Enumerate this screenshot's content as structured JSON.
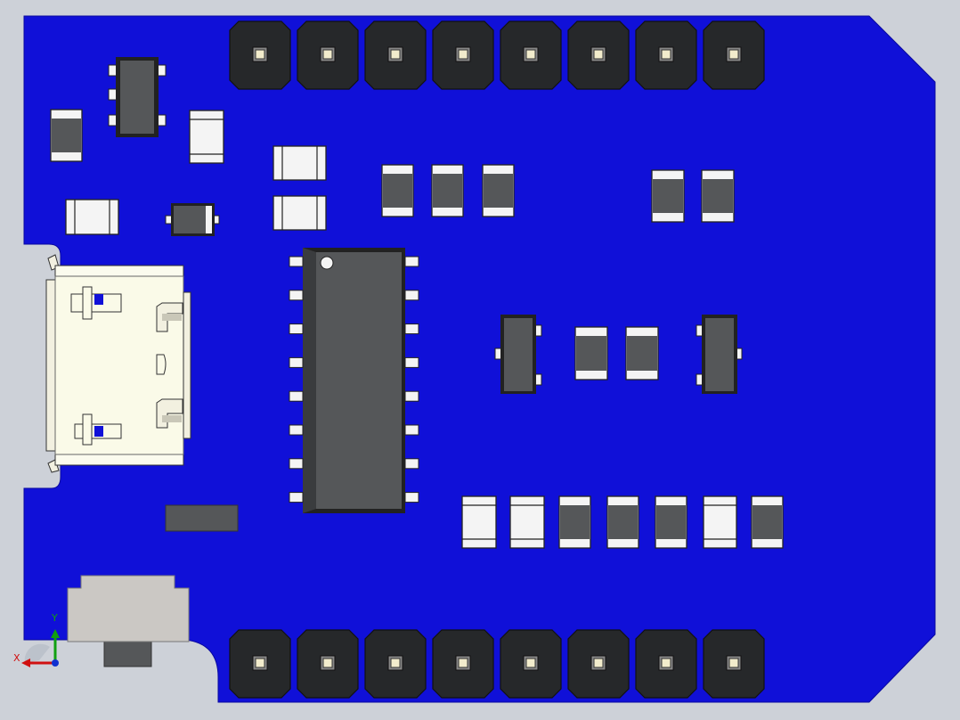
{
  "viewport": {
    "background": "#cdd1d8",
    "board_color": "#1010d8",
    "header_color": "#26282a",
    "ic_body_color": "#555759",
    "pad_color": "#f4f4f4",
    "connector_color": "#f2f0e0"
  },
  "board": {
    "name": "pcb-board",
    "top_header_pins": 8,
    "bottom_header_pins": 8
  },
  "components": {
    "usb_connector": "usb-c-connector",
    "main_ic": "soic-16-ic",
    "sot_packages": 3,
    "diodes": 1,
    "capacitors": 13,
    "resistors": 4
  },
  "triad": {
    "x_label": "X",
    "y_label": "Y",
    "x_color": "#d01010",
    "y_color": "#10a010",
    "z_color": "#1030d0"
  }
}
